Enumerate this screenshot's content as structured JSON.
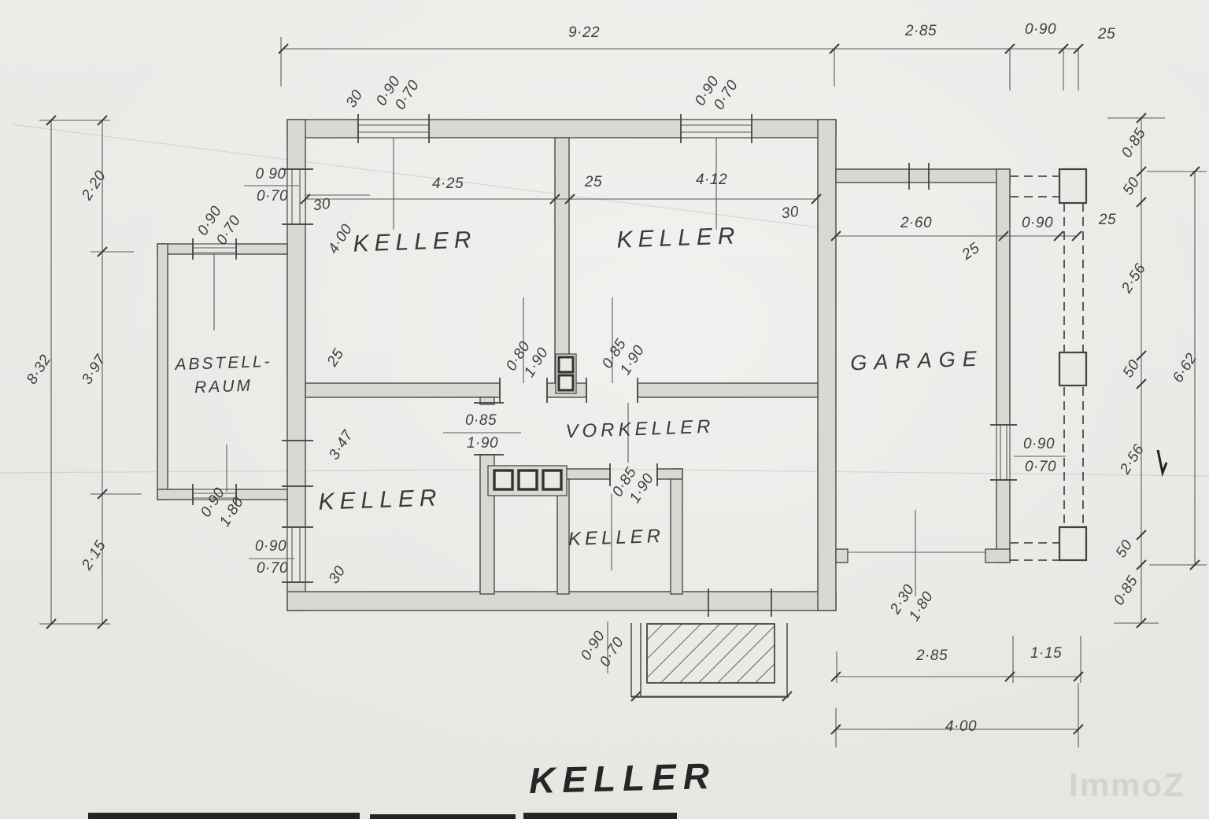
{
  "title": "KELLER",
  "watermark": "ImmoZ",
  "rooms": {
    "keller_tl": "KELLER",
    "keller_tr": "KELLER",
    "keller_bl": "KELLER",
    "keller_bc": "KELLER",
    "vorkeller": "VORKELLER",
    "abstellraum_line1": "ABSTELL-",
    "abstellraum_line2": "RAUM",
    "garage": "GARAGE"
  },
  "dims": {
    "top_922": "9·22",
    "top_285": "2·85",
    "top_090": "0·90",
    "top_25": "25",
    "win_tl_090": "0·90",
    "win_tl_070": "0·70",
    "wall_30_tl": "30",
    "win_tr_090": "0·90",
    "win_tr_070": "0·70",
    "left_832": "8·32",
    "left_220": "2·20",
    "left_397": "3·97",
    "left_215": "2·15",
    "leftwin_090": "0 90",
    "leftwin_070": "0·70",
    "abstwin_090": "0·90",
    "abstwin_070": "0·70",
    "int_30_left": "30",
    "int_425": "4·25",
    "int_25": "25",
    "int_412": "4·12",
    "int_30_right": "30",
    "keller_400": "4·00",
    "wall_25_mid": "25",
    "keller_347": "3·47",
    "wall_30_bl": "30",
    "door_080": "0·80",
    "door_190a": "1·90",
    "door_085a": "0·85",
    "door_190b": "1·90",
    "door_085h": "0·85",
    "door_190h": "1·90",
    "door_085c": "0·85",
    "door_190c": "1·90",
    "abstdoor_090": "0·90",
    "abstdoor_180": "1·80",
    "blwin_090": "0·90",
    "blwin_070": "0·70",
    "gar_260": "2·60",
    "gar_090": "0·90",
    "gar_25a": "25",
    "gar_25b": "25",
    "garwin_090": "0·90",
    "garwin_070": "0·70",
    "gardoor_230": "2·30",
    "gardoor_180": "1·80",
    "bot_285": "2·85",
    "bot_115": "1·15",
    "bot_400": "4·00",
    "r_085a": "0·85",
    "r_50a": "50",
    "r_256a": "2·56",
    "r_50b": "50",
    "r_256b": "2·56",
    "r_50c": "50",
    "r_085b": "0·85",
    "r_662": "6·62",
    "stair_090": "0·90",
    "stair_070": "0·70"
  }
}
